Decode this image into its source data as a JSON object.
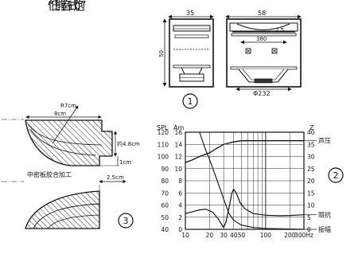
{
  "title": {
    "line1": "“熊式”",
    "line2": "低音炮"
  },
  "cabinet": {
    "marker": "1",
    "side_width": "35",
    "front_width": "58",
    "height": "50",
    "port_gap": "2.5",
    "port_width": "380",
    "driver_label": "Φ232"
  },
  "section": {
    "marker": "3",
    "radius_label": "R7cm",
    "width_label": "8cm",
    "thickness_label": "约4.8cm",
    "step_label": "1cm",
    "gap_label": "2.5cm",
    "material_label": "中密板胶合加工"
  },
  "chart_data": {
    "type": "line",
    "marker": "2",
    "axis_titles": {
      "left_outer": "SPL",
      "left_inner": "Am",
      "right": "Z"
    },
    "x_ticks": [
      {
        "value": 10,
        "label": "10"
      },
      {
        "value": 20,
        "label": "20"
      },
      {
        "value": 30,
        "label": "30"
      },
      {
        "value": 40,
        "label": "40"
      },
      {
        "value": 50,
        "label": "50"
      },
      {
        "value": 100,
        "label": "100"
      },
      {
        "value": 200,
        "label": "200"
      },
      {
        "value": 300,
        "label": "300Hz"
      }
    ],
    "x_scale": "log",
    "xlim": [
      10,
      300
    ],
    "spl_ticks": [
      "120",
      "110",
      "100",
      "90",
      "80",
      "70",
      "60",
      "50",
      "40"
    ],
    "spl_range": [
      40,
      120
    ],
    "am_ticks": [
      "16",
      "14",
      "12",
      "10",
      "8",
      "6",
      "4",
      "2",
      "0"
    ],
    "am_range": [
      0,
      16
    ],
    "z_ticks": [
      "40",
      "35",
      "30",
      "25",
      "20",
      "15",
      "10",
      "5",
      "0"
    ],
    "z_range": [
      0,
      40
    ],
    "grid": true,
    "series": [
      {
        "name": "声压",
        "axis": "spl",
        "points": [
          [
            10,
            95
          ],
          [
            12,
            97
          ],
          [
            15,
            100
          ],
          [
            20,
            103
          ],
          [
            25,
            107
          ],
          [
            30,
            110
          ],
          [
            40,
            112
          ],
          [
            50,
            113
          ],
          [
            70,
            113
          ],
          [
            100,
            113
          ],
          [
            200,
            113
          ],
          [
            300,
            113
          ]
        ]
      },
      {
        "name": "阻抗",
        "axis": "z",
        "points": [
          [
            10,
            6.5
          ],
          [
            15,
            8
          ],
          [
            18,
            8.3
          ],
          [
            22,
            7
          ],
          [
            26,
            4
          ],
          [
            29,
            1.5
          ],
          [
            30,
            0.8
          ],
          [
            32,
            3
          ],
          [
            35,
            9
          ],
          [
            38,
            15
          ],
          [
            40,
            16.5
          ],
          [
            43,
            15
          ],
          [
            48,
            11
          ],
          [
            55,
            8.5
          ],
          [
            70,
            6.5
          ],
          [
            100,
            5.8
          ],
          [
            150,
            5.6
          ],
          [
            200,
            5.7
          ],
          [
            300,
            6
          ]
        ]
      },
      {
        "name": "振幅",
        "axis": "am",
        "points": [
          [
            15,
            16
          ],
          [
            18,
            13
          ],
          [
            20,
            11.5
          ],
          [
            25,
            8
          ],
          [
            30,
            5
          ],
          [
            35,
            2.6
          ],
          [
            40,
            1.5
          ],
          [
            50,
            0.7
          ],
          [
            70,
            0.3
          ],
          [
            100,
            0.15
          ],
          [
            200,
            0.05
          ],
          [
            300,
            0
          ]
        ]
      }
    ]
  }
}
